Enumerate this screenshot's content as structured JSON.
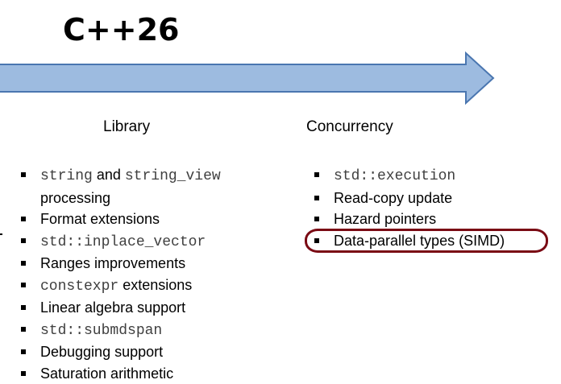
{
  "title": "C++26",
  "arrow": {
    "fill": "#9dbbe0",
    "stroke": "#4a76b0"
  },
  "library": {
    "heading": "Library",
    "items": [
      {
        "parts": [
          {
            "code": "string"
          },
          {
            "text": " and "
          },
          {
            "code": "string_view"
          }
        ],
        "second_line": "processing"
      },
      {
        "parts": [
          {
            "text": "Format extensions"
          }
        ]
      },
      {
        "parts": [
          {
            "code": "std::inplace_vector"
          }
        ]
      },
      {
        "parts": [
          {
            "text": "Ranges improvements"
          }
        ]
      },
      {
        "parts": [
          {
            "code": "constexpr"
          },
          {
            "text": " extensions"
          }
        ]
      },
      {
        "parts": [
          {
            "text": "Linear algebra support"
          }
        ]
      },
      {
        "parts": [
          {
            "code": "std::submdspan"
          }
        ]
      },
      {
        "parts": [
          {
            "text": "Debugging support"
          }
        ]
      },
      {
        "parts": [
          {
            "text": "Saturation arithmetic"
          }
        ]
      }
    ]
  },
  "concurrency": {
    "heading": "Concurrency",
    "items": [
      {
        "parts": [
          {
            "code": "std::execution"
          }
        ]
      },
      {
        "parts": [
          {
            "text": "Read-copy update"
          }
        ]
      },
      {
        "parts": [
          {
            "text": "Hazard pointers"
          }
        ]
      },
      {
        "parts": [
          {
            "text": "Data-parallel types (SIMD)"
          }
        ],
        "highlighted": true
      }
    ]
  },
  "highlight_color": "#7a0a14"
}
